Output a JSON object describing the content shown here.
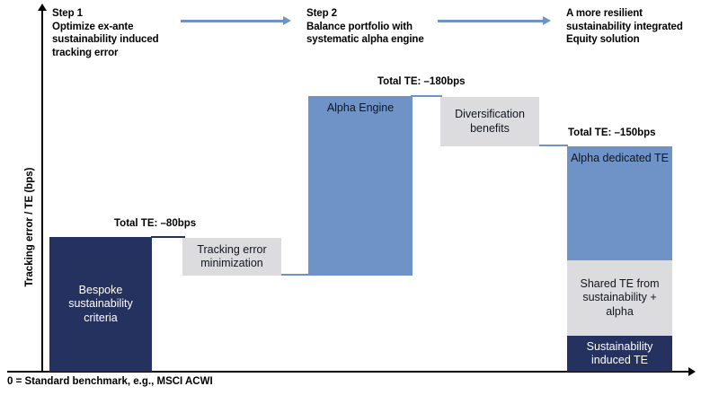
{
  "chart_data": {
    "type": "bar",
    "title": "",
    "ylabel": "Tracking error / TE (bps)",
    "xlabel": "",
    "footnote": "0 = Standard benchmark, e.g., MSCI ACWI",
    "grid": false,
    "legend": "none",
    "steps": [
      {
        "id": "step-1",
        "title": "Step 1",
        "body": "Optimize ex-ante sustainability induced tracking error"
      },
      {
        "id": "step-2",
        "title": "Step 2",
        "body": "Balance portfolio with systematic alpha engine"
      },
      {
        "id": "outcome",
        "title": "A more resilient sustainability integrated Equity solution",
        "body": ""
      }
    ],
    "totals": [
      {
        "id": "total-1",
        "label": "Total TE: –80bps",
        "value": -80
      },
      {
        "id": "total-2",
        "label": "Total TE: –180bps",
        "value": -180
      },
      {
        "id": "total-3",
        "label": "Total TE: –150bps",
        "value": -150
      }
    ],
    "bars": [
      {
        "id": "bespoke-sustainability-criteria",
        "label": "Bespoke sustainability criteria",
        "color": "navy",
        "colorHex": "#25325f"
      },
      {
        "id": "tracking-error-minimization",
        "label": "Tracking error minimization",
        "color": "gray",
        "colorHex": "#dcdcdf"
      },
      {
        "id": "alpha-engine",
        "label": "Alpha Engine",
        "color": "blue",
        "colorHex": "#6f93c6"
      },
      {
        "id": "diversification-benefits",
        "label": "Diversification benefits",
        "color": "gray",
        "colorHex": "#dcdcdf"
      },
      {
        "id": "alpha-dedicated-te",
        "label": "Alpha dedicated TE",
        "color": "blue",
        "colorHex": "#6f93c6"
      },
      {
        "id": "shared-te",
        "label": "Shared TE from sustainability + alpha",
        "color": "gray",
        "colorHex": "#dcdcdf"
      },
      {
        "id": "sustainability-induced-te",
        "label": "Sustainability induced TE",
        "color": "navy",
        "colorHex": "#25325f"
      }
    ],
    "colors": {
      "navy": "#25325f",
      "blue": "#6f93c6",
      "gray": "#dcdcdf",
      "axis": "#000000",
      "background": "#ffffff"
    }
  }
}
